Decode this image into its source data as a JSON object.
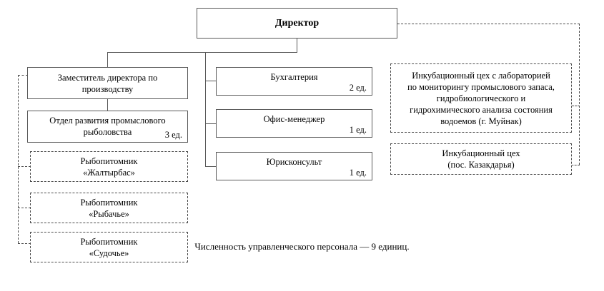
{
  "diagram": {
    "title_top": "Директор",
    "caption": "Численность управленческого персонала — 9 единиц.",
    "unit_suffix": "ед.",
    "colors": {
      "solid_border": "#595959",
      "dashed_border": "#4a4a4a",
      "background": "#ffffff",
      "text": "#000000"
    }
  },
  "nodes": {
    "director": {
      "label": "Директор",
      "count": ""
    },
    "deputy_director": {
      "label": "Заместитель директора по производству",
      "count": ""
    },
    "fishery_dev_dept": {
      "label": "Отдел развития промыслового рыболовства",
      "count": "3 ед."
    },
    "nursery_1": {
      "label": "Рыбопитомник «Жалтырбас»",
      "line1": "Рыбопитомник",
      "line2": "«Жалтырбас»",
      "count": ""
    },
    "nursery_2": {
      "label": "Рыбопитомник «Рыбачье»",
      "line1": "Рыбопитомник",
      "line2": "«Рыбачье»",
      "count": ""
    },
    "nursery_3": {
      "label": "Рыбопитомник «Судочье»",
      "line1": "Рыбопитомник",
      "line2": "«Судочье»",
      "count": ""
    },
    "accounting": {
      "label": "Бухгалтерия",
      "count": "2 ед."
    },
    "office_manager": {
      "label": "Офис-менеджер",
      "count": "1 ед."
    },
    "legal_counsel": {
      "label": "Юрисконсульт",
      "count": "1 ед."
    },
    "hatchery_lab": {
      "label": "Инкубационный цех с лабораторией по мониторингу промыслового запаса, гидробиологического и гидрохимического анализа состояния водоемов (г. Муйнак)",
      "line1": "Инкубационный цех с лабораторией",
      "line2": "по мониторингу промыслового запаса,",
      "line3": "гидробиологического и",
      "line4": "гидрохимического анализа состояния",
      "line5": "водоемов (г. Муйнак)",
      "count": ""
    },
    "hatchery_kazakdarya": {
      "label": "Инкубационный цех (пос. Казакдарья)",
      "line1": "Инкубационный цех",
      "line2": "(пос. Казакдарья)",
      "count": ""
    }
  }
}
